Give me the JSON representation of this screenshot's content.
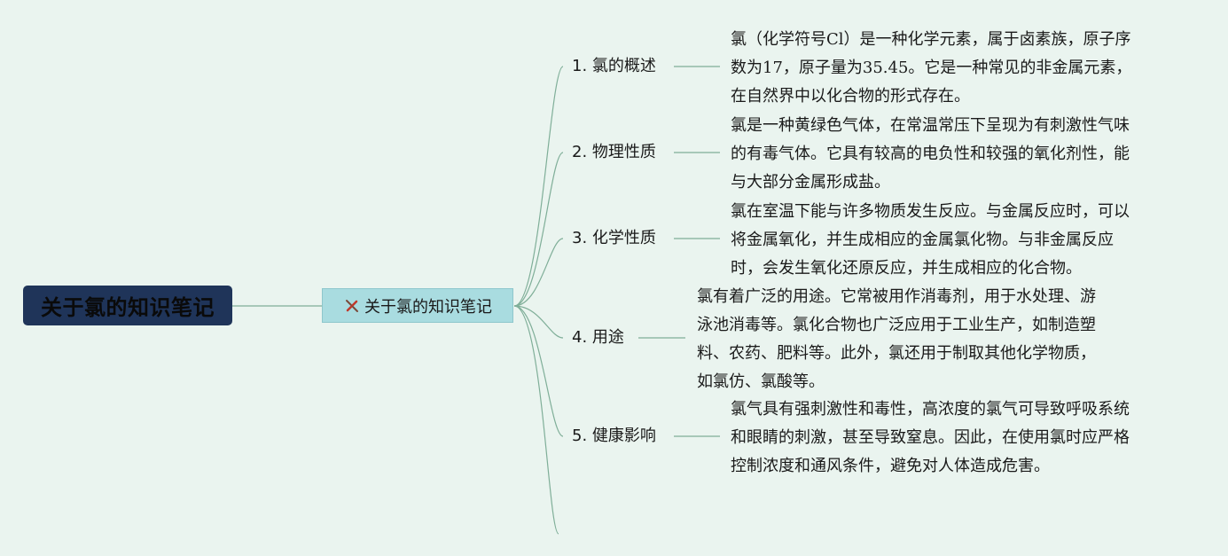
{
  "root": {
    "title": "关于氯的知识笔记"
  },
  "main_topic": {
    "label": "关于氯的知识笔记",
    "icon": "tools-icon"
  },
  "topics": [
    {
      "label": "1. 氯的概述",
      "lines": [
        "氯（化学符号Cl）是一种化学元素，属于卤素族，原子序",
        "数为17，原子量为35.45。它是一种常见的非金属元素，",
        "在自然界中以化合物的形式存在。"
      ]
    },
    {
      "label": "2. 物理性质",
      "lines": [
        "氯是一种黄绿色气体，在常温常压下呈现为有刺激性气味",
        "的有毒气体。它具有较高的电负性和较强的氧化剂性，能",
        "与大部分金属形成盐。"
      ]
    },
    {
      "label": "3. 化学性质",
      "lines": [
        "氯在室温下能与许多物质发生反应。与金属反应时，可以",
        "将金属氧化，并生成相应的金属氯化物。与非金属反应",
        "时，会发生氧化还原反应，并生成相应的化合物。"
      ]
    },
    {
      "label": "4. 用途",
      "lines": [
        "氯有着广泛的用途。它常被用作消毒剂，用于水处理、游",
        "泳池消毒等。氯化合物也广泛应用于工业生产，如制造塑",
        "料、农药、肥料等。此外，氯还用于制取其他化学物质，",
        "如氯仿、氯酸等。"
      ]
    },
    {
      "label": "5. 健康影响",
      "lines": [
        "氯气具有强刺激性和毒性，高浓度的氯气可导致呼吸系统",
        "和眼睛的刺激，甚至导致窒息。因此，在使用氯时应严格",
        "控制浓度和通风条件，避免对人体造成危害。"
      ]
    }
  ],
  "colors": {
    "background": "#eaf4ef",
    "root_fill": "#1f3459",
    "main_fill": "#a9dce0",
    "connector": "#7fae98"
  }
}
